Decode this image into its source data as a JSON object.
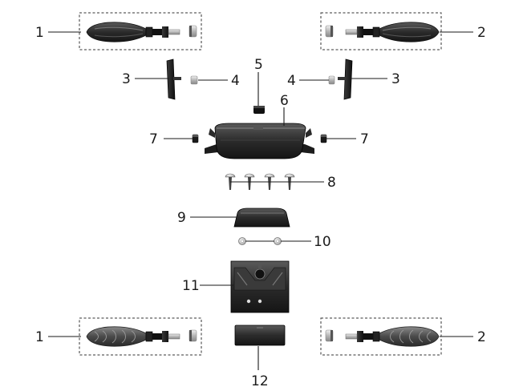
{
  "callouts": {
    "c1_top": "1",
    "c2_top": "2",
    "c3_left": "3",
    "c4_left": "4",
    "c5": "5",
    "c6": "6",
    "c4_right": "4",
    "c3_right": "3",
    "c7_left": "7",
    "c7_right": "7",
    "c8": "8",
    "c9": "9",
    "c10": "10",
    "c11": "11",
    "c1_bottom": "1",
    "c2_bottom": "2",
    "c12": "12"
  }
}
